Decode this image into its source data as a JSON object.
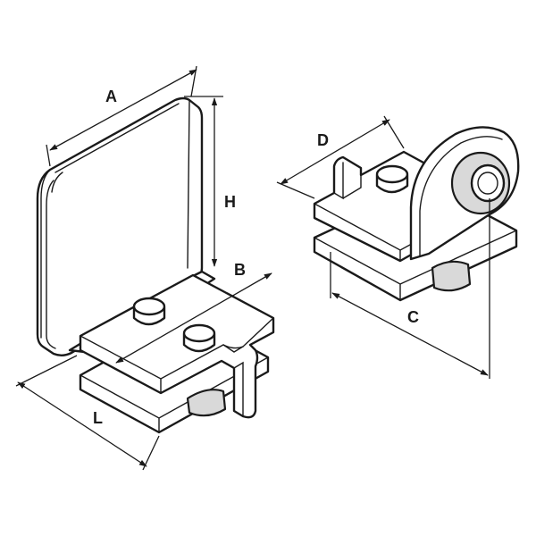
{
  "diagram": {
    "labels": {
      "A": "A",
      "H": "H",
      "B": "B",
      "L": "L",
      "D": "D",
      "C": "C"
    }
  }
}
